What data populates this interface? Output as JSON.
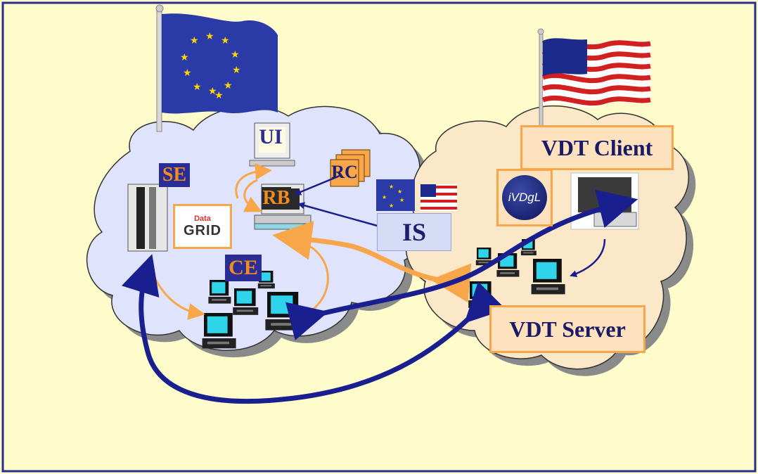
{
  "labels": {
    "ui": "UI",
    "se": "SE",
    "rb": "RB",
    "rc": "RC",
    "is": "IS",
    "ce": "CE",
    "vdt_client": "VDT Client",
    "vdt_server": "VDT Server",
    "datagrid_top": "Data",
    "datagrid_bottom": "GRID",
    "ivdgl": "iVDgL"
  },
  "colors": {
    "background": "#fffccb",
    "border": "#2a2d94",
    "eu_cloud": "#dfe3fb",
    "us_cloud": "#fae8c8",
    "arrow_blue": "#1a1f8f",
    "arrow_orange": "#f7a64a",
    "label_fill": "#fde2bd",
    "tag_fill": "#2a2d94",
    "tag_text": "#f28c1e"
  },
  "icons": [
    "eu-flag-icon",
    "us-flag-icon",
    "computer-icon",
    "storage-server-icon",
    "workstation-icon"
  ]
}
